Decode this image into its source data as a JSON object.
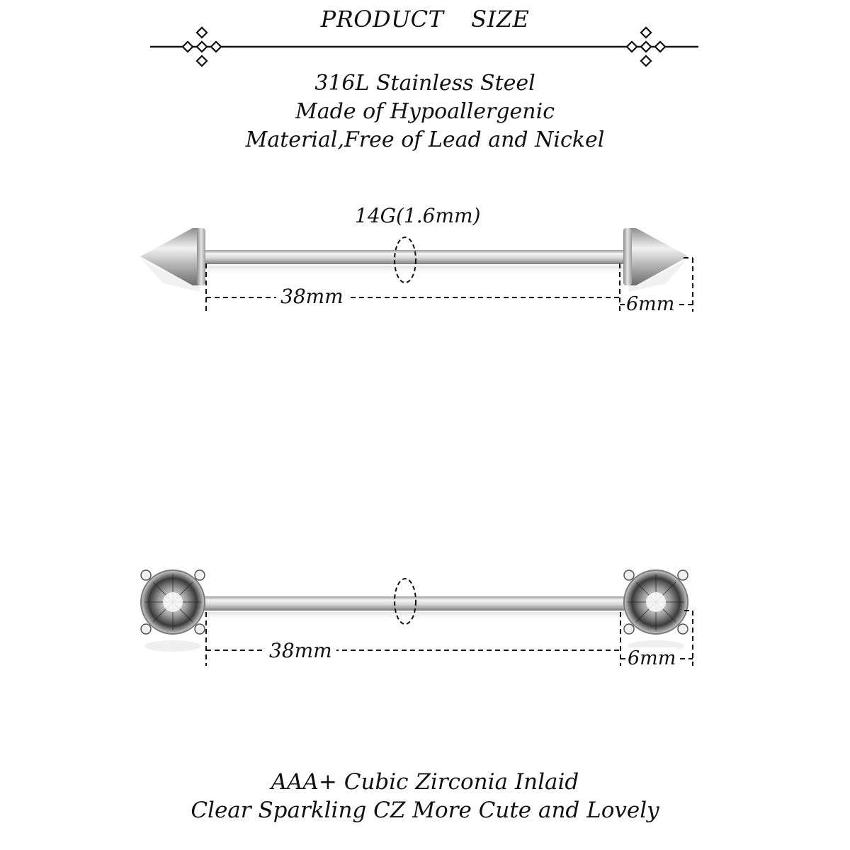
{
  "header": {
    "title": "PRODUCT SIZE"
  },
  "specs": {
    "line1": "316L Stainless Steel",
    "line2": "Made of Hypoallergenic",
    "line3": "Material,Free of Lead and Nickel"
  },
  "barbell_spike": {
    "gauge": "14G(1.6mm)",
    "length": "38mm",
    "end_size": "6mm"
  },
  "barbell_cz": {
    "length": "38mm",
    "end_size": "6mm"
  },
  "footer": {
    "line1": "AAA+ Cubic Zirconia Inlaid",
    "line2": "Clear Sparkling CZ More Cute and Lovely"
  },
  "colors": {
    "text": "#111111",
    "steel": "#c9c9c9",
    "background": "#ffffff"
  },
  "icons": [
    "diamond-ornament-icon",
    "spike-end-icon",
    "cz-gem-icon"
  ]
}
